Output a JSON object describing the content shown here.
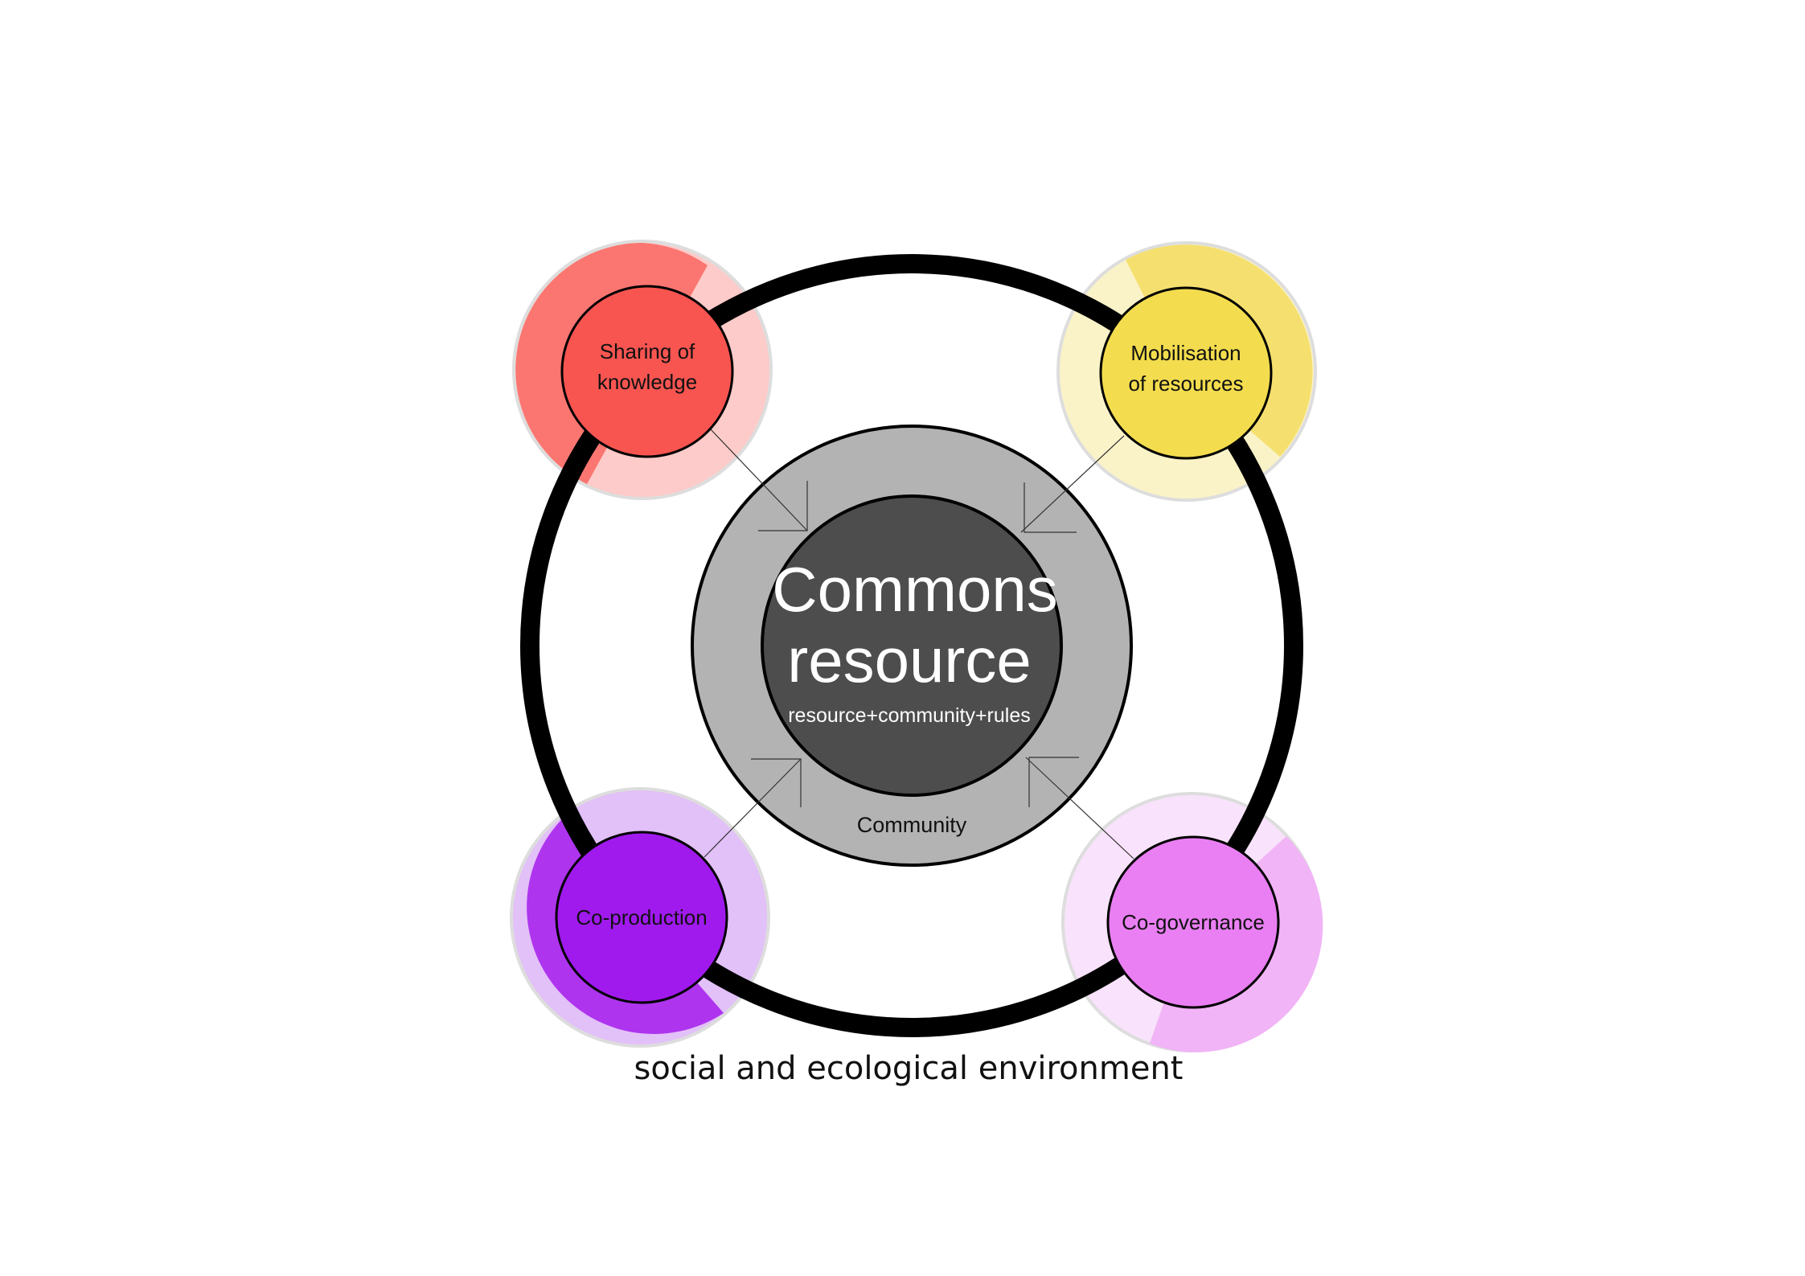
{
  "center": {
    "title_line1": "Commons",
    "title_line2": "resource",
    "subtitle": "resource+community+rules"
  },
  "ring_label": "Community",
  "environment_label": "social and ecological environment",
  "nodes": [
    {
      "id": "sharing",
      "line1": "Sharing of",
      "line2": "knowledge",
      "color": "#f85551",
      "halo_dark": "#fb7671",
      "halo_light": "#fdcbc9"
    },
    {
      "id": "mobilisation",
      "line1": "Mobilisation",
      "line2": "of resources",
      "color": "#f3dd4e",
      "halo_dark": "#f5e06f",
      "halo_light": "#fbf3c8"
    },
    {
      "id": "coproduction",
      "line1": "Co-production",
      "line2": "",
      "color": "#a01aee",
      "halo_dark": "#ae34ee",
      "halo_light": "#e2c0f8"
    },
    {
      "id": "cogovernance",
      "line1": "Co-governance",
      "line2": "",
      "color": "#e97ff2",
      "halo_dark": "#f1b4f6",
      "halo_light": "#f9e2fb"
    }
  ],
  "colors": {
    "outer_ring": "#000000",
    "community_ring": "#b3b3b3",
    "center_core": "#4d4d4d"
  }
}
